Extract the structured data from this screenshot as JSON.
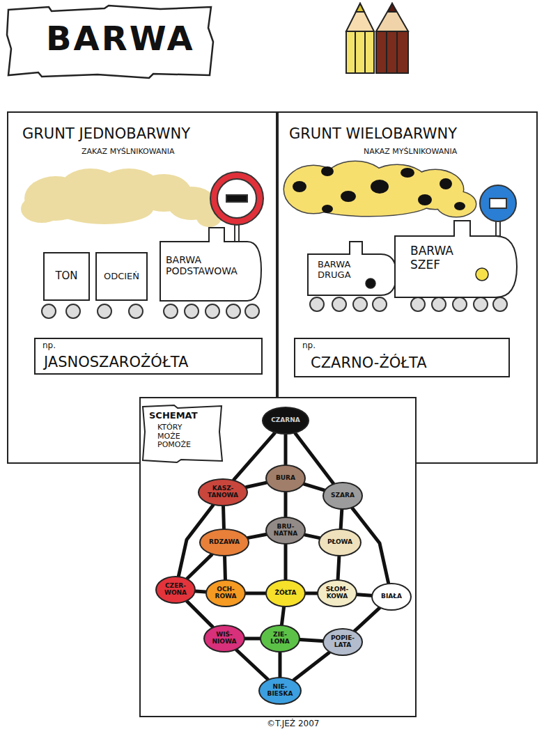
{
  "diagram": {
    "title": "BARWA",
    "nodes": [
      {
        "text": [
          "GRUNT JEDNOBARWNY",
          "ZAKAZ MYŚLNIKOWANIA"
        ]
      },
      {
        "text": [
          "TON"
        ],
        "in": 0
      },
      {
        "text": [
          "ODCIEŃ"
        ],
        "in": 0
      },
      {
        "text": [
          "BARWA PODSTAWOWA"
        ],
        "in": 0
      },
      {
        "text": [
          "np.",
          "JASNOSZAROŻÓŁTA"
        ],
        "in": 0
      },
      {
        "text": [
          "GRUNT WIELOBARWNY",
          "NAKAZ MYŚLNIKOWANIA"
        ]
      },
      {
        "text": [
          "BARWA DRUGA"
        ],
        "in": 5
      },
      {
        "text": [
          "BARWA SZEF"
        ],
        "in": 5
      },
      {
        "text": [
          "np.",
          "CZARNO-ŻÓŁTA"
        ],
        "in": 5
      },
      {
        "text": [
          "SCHEMAT",
          "KTÓRY MOŻE POMOŻE"
        ]
      },
      {
        "text": [
          "CZARNA"
        ],
        "in": 9
      },
      {
        "text": [
          "KASZ- TANOWA"
        ],
        "in": 9
      },
      {
        "text": [
          "BURA"
        ],
        "in": 9
      },
      {
        "text": [
          "SZARA"
        ],
        "in": 9
      },
      {
        "text": [
          "BRU- NATNA"
        ],
        "in": 9
      },
      {
        "text": [
          "RDZAWA"
        ],
        "in": 9
      },
      {
        "text": [
          "PŁOWA"
        ],
        "in": 9
      },
      {
        "text": [
          "CZER- WONA"
        ],
        "in": 9
      },
      {
        "text": [
          "OCH- ROWA"
        ],
        "in": 9
      },
      {
        "text": [
          "ŻÓŁTA"
        ],
        "in": 9
      },
      {
        "text": [
          "SŁOM- KOWA"
        ],
        "in": 9
      },
      {
        "text": [
          "BIAŁA"
        ],
        "in": 9
      },
      {
        "text": [
          "WIŚ- NIOWA"
        ],
        "in": 9
      },
      {
        "text": [
          "ZIE- LONA"
        ],
        "in": 9
      },
      {
        "text": [
          "POPIE- LATA"
        ],
        "in": 9
      },
      {
        "text": [
          "NIE- BIESKA"
        ],
        "in": 9
      }
    ],
    "edges": [
      {
        "from": 10,
        "to": 11,
        "arrow": "none"
      },
      {
        "from": 10,
        "to": 12,
        "arrow": "none"
      },
      {
        "from": 10,
        "to": 13,
        "arrow": "none"
      },
      {
        "from": 11,
        "to": 12,
        "arrow": "none"
      },
      {
        "from": 12,
        "to": 13,
        "arrow": "none"
      },
      {
        "from": 11,
        "to": 15,
        "arrow": "none"
      },
      {
        "from": 11,
        "to": 17,
        "arrow": "none"
      },
      {
        "from": 12,
        "to": 14,
        "arrow": "none"
      },
      {
        "from": 13,
        "to": 16,
        "arrow": "none"
      },
      {
        "from": 13,
        "to": 21,
        "arrow": "none"
      },
      {
        "from": 15,
        "to": 14,
        "arrow": "none"
      },
      {
        "from": 14,
        "to": 16,
        "arrow": "none"
      },
      {
        "from": 15,
        "to": 17,
        "arrow": "none"
      },
      {
        "from": 15,
        "to": 18,
        "arrow": "none"
      },
      {
        "from": 14,
        "to": 19,
        "arrow": "none"
      },
      {
        "from": 16,
        "to": 20,
        "arrow": "none"
      },
      {
        "from": 17,
        "to": 18,
        "arrow": "none"
      },
      {
        "from": 18,
        "to": 19,
        "arrow": "none"
      },
      {
        "from": 19,
        "to": 20,
        "arrow": "none"
      },
      {
        "from": 20,
        "to": 21,
        "arrow": "none"
      },
      {
        "from": 17,
        "to": 22,
        "arrow": "none"
      },
      {
        "from": 22,
        "to": 23,
        "arrow": "none"
      },
      {
        "from": 23,
        "to": 24,
        "arrow": "none"
      },
      {
        "from": 19,
        "to": 23,
        "arrow": "none"
      },
      {
        "from": 22,
        "to": 25,
        "arrow": "none"
      },
      {
        "from": 23,
        "to": 25,
        "arrow": "none"
      },
      {
        "from": 25,
        "to": 24,
        "arrow": "none"
      },
      {
        "from": 24,
        "to": 21,
        "arrow": "none"
      }
    ],
    "labels": [
      "©T.JEŻ 2007"
    ]
  }
}
